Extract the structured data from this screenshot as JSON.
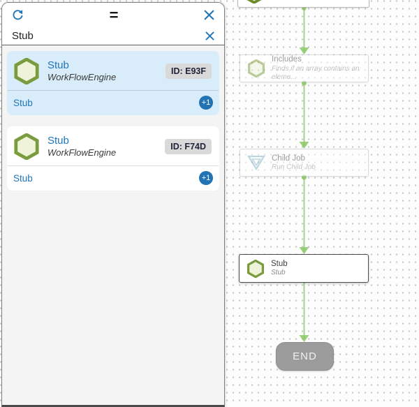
{
  "panel": {
    "search": {
      "value": "Stub"
    },
    "results": [
      {
        "title": "Stub",
        "subtitle": "WorkFlowEngine",
        "id_badge": "ID: E93F",
        "footer_link": "Stub",
        "badge_count": "+1",
        "selected": true
      },
      {
        "title": "Stub",
        "subtitle": "WorkFlowEngine",
        "id_badge": "ID: F74D",
        "footer_link": "Stub",
        "badge_count": "+1",
        "selected": false
      }
    ]
  },
  "canvas": {
    "nodes": [
      {
        "title": "Includes",
        "subtitle": "Finds if an array contains an eleme...",
        "icon": "hexagon-icon",
        "faded": true
      },
      {
        "title": "Child Job",
        "subtitle": "Run Child Job",
        "icon": "triangle-down-icon",
        "faded": true
      },
      {
        "title": "Stub",
        "subtitle": "Stub",
        "icon": "hexagon-icon",
        "faded": false
      }
    ],
    "end_label": "END"
  },
  "icons": {
    "refresh": "refresh-icon",
    "drag_handle": "drag-handle-icon",
    "close": "close-icon",
    "clear_search": "clear-search-icon"
  },
  "colors": {
    "accent_blue": "#2176b8",
    "selected_card_bg": "#d9ecfa",
    "hexagon_stroke": "#7a9b3e",
    "hexagon_fill": "#eef3d9",
    "triangle_icon": "#7fb2c6",
    "connector_green": "#8bc966",
    "end_node_gray": "#9c9c9c",
    "id_badge_bg": "#d9d9d9"
  }
}
